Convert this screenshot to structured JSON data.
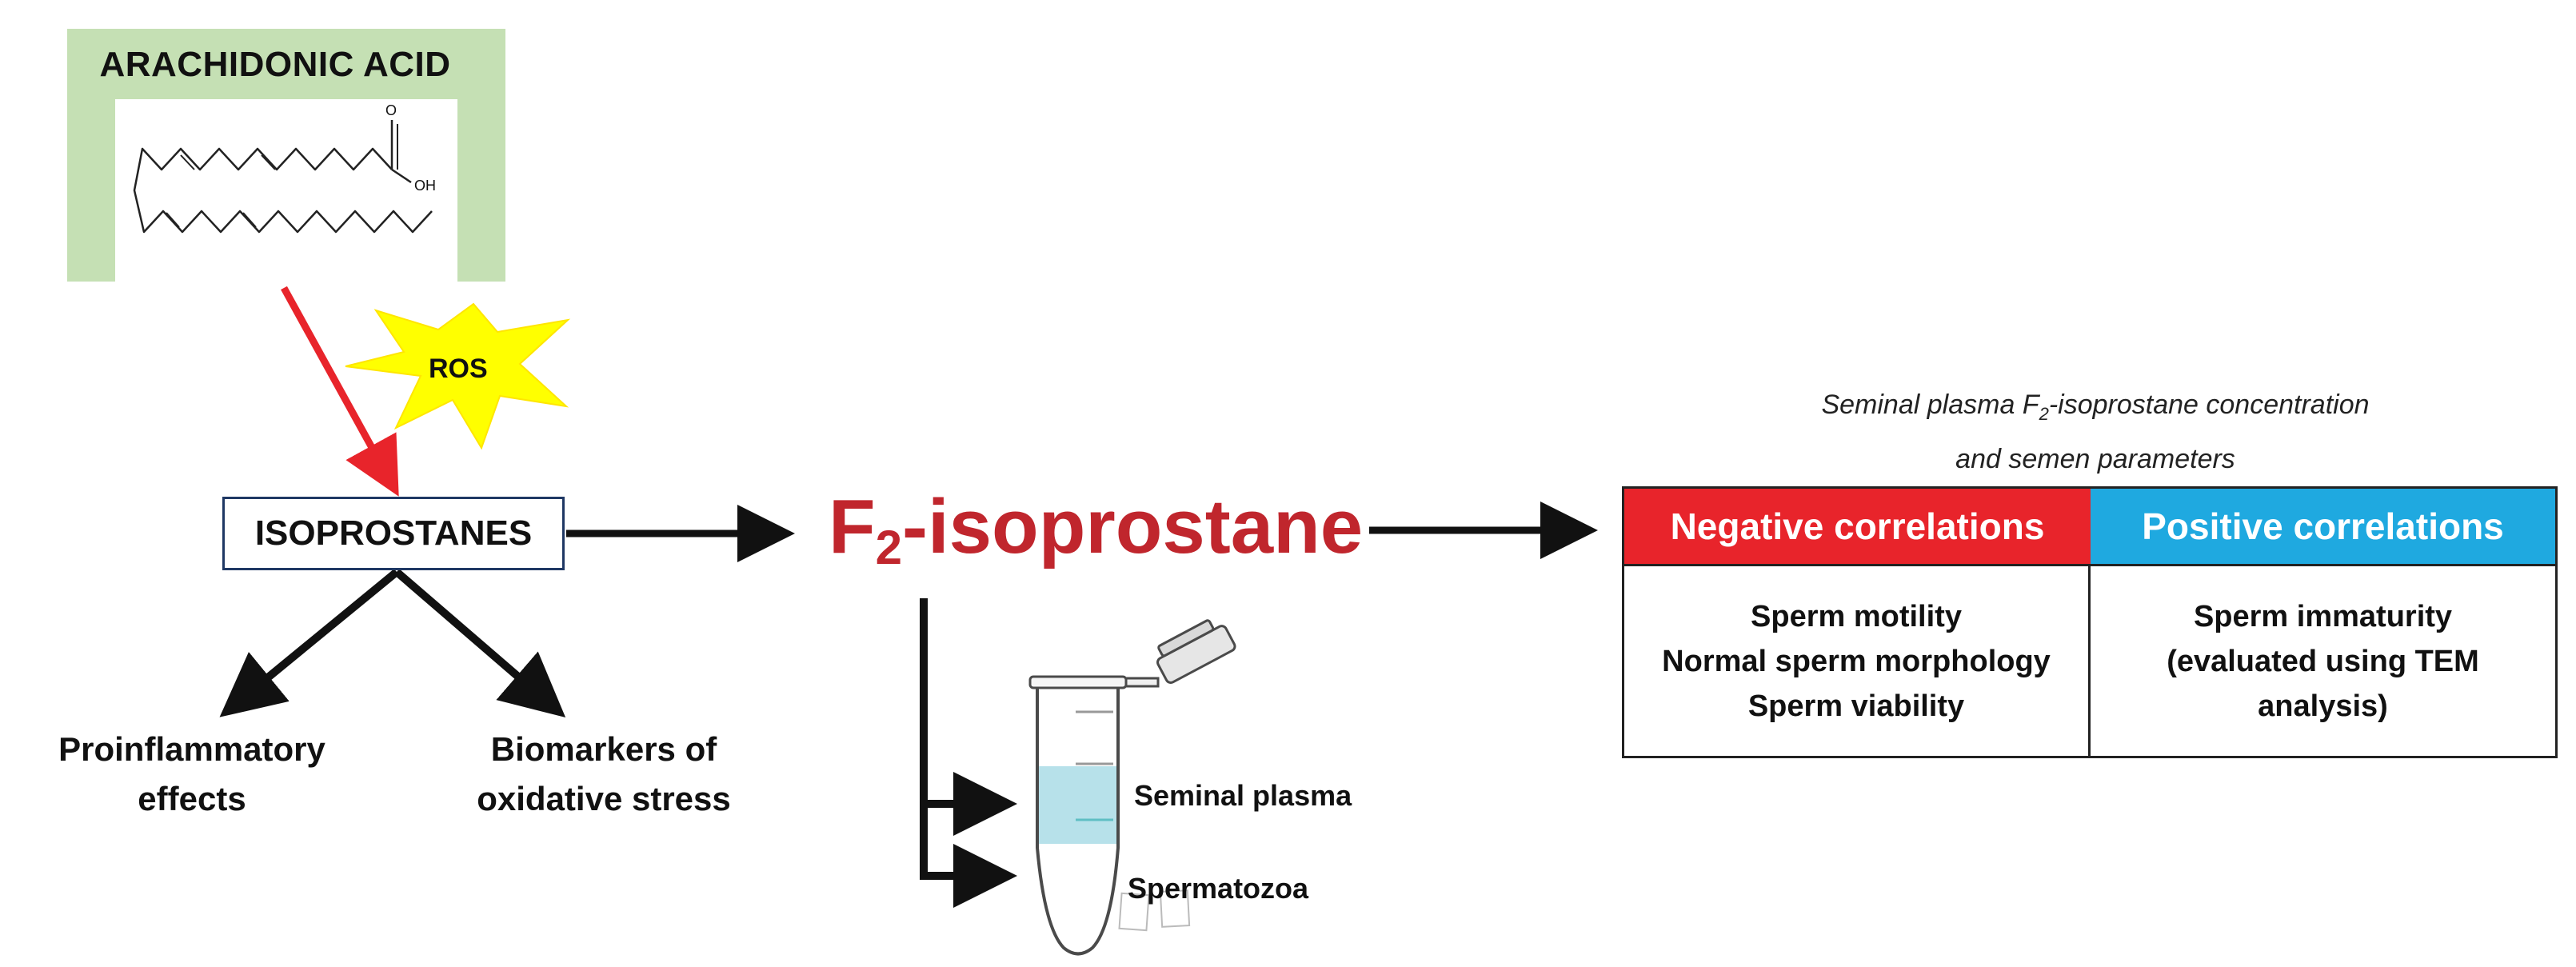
{
  "precursor": {
    "title": "ARACHIDONIC ACID",
    "carboxyl_O": "O",
    "carboxyl_OH": "OH",
    "frame_color": "#c5e0b4"
  },
  "trigger": {
    "label": "ROS",
    "burst_color": "#ffff00"
  },
  "isoprostanes": {
    "label": "ISOPROSTANES"
  },
  "effects": {
    "left_line1": "Proinflammatory",
    "left_line2": "effects",
    "right_line1": "Biomarkers of",
    "right_line2": "oxidative stress"
  },
  "f2": {
    "prefix": "F",
    "subscript": "2",
    "suffix": "-isoprostane",
    "color": "#c0262d"
  },
  "tube": {
    "seminal_label": "Seminal plasma",
    "sperm_label": "Spermatozoa",
    "liquid_color": "#b7e1ea"
  },
  "correlations": {
    "caption_part1": "Seminal plasma F",
    "caption_sub": "2",
    "caption_part2": "-isoprostane concentration",
    "caption_line2": "and semen parameters",
    "negative_header": "Negative correlations",
    "positive_header": "Positive correlations",
    "negative_items": [
      "Sperm motility",
      "Normal sperm morphology",
      "Sperm viability"
    ],
    "positive_items": [
      "Sperm immaturity",
      "(evaluated using TEM",
      "analysis)"
    ],
    "negative_color": "#e8242b",
    "positive_color": "#1fa9e0"
  }
}
